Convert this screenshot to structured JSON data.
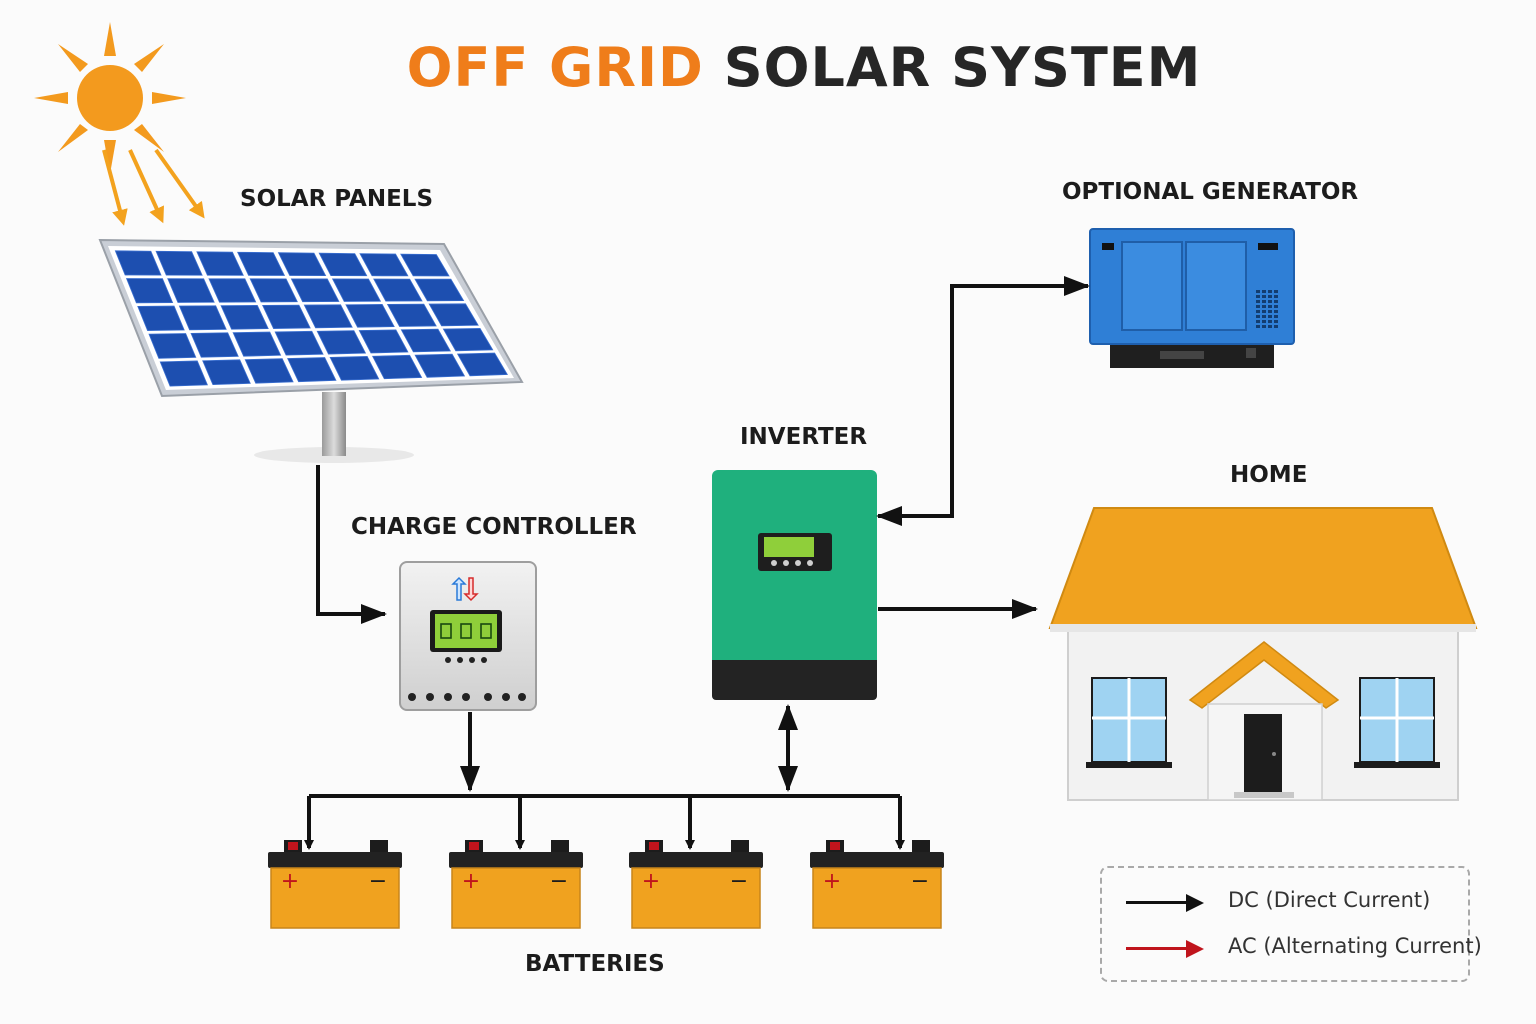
{
  "title": {
    "accent": "OFF GRID",
    "rest": "SOLAR SYSTEM"
  },
  "labels": {
    "solar_panels": "SOLAR PANELS",
    "charge_controller": "CHARGE CONTROLLER",
    "inverter": "INVERTER",
    "optional_generator": "OPTIONAL GENERATOR",
    "home": "HOME",
    "batteries": "BATTERIES"
  },
  "battery_terminals": {
    "positive": "+",
    "negative": "−"
  },
  "legend": {
    "dc": {
      "label": "DC (Direct Current)",
      "color": "#111111"
    },
    "ac": {
      "label": "AC (Alternating Current)",
      "color": "#c0141c"
    }
  },
  "colors": {
    "title_accent": "#ef7d1a",
    "sun": "#f39a1e",
    "panel": "#1d4fb0",
    "inverter": "#1fb07d",
    "generator": "#2f7fd6",
    "roof": "#f0a21f",
    "battery": "#f0a21f"
  },
  "icons": [
    "sun-icon",
    "solar-panel-icon",
    "charge-controller-icon",
    "inverter-icon",
    "generator-icon",
    "home-icon",
    "battery-icon"
  ]
}
